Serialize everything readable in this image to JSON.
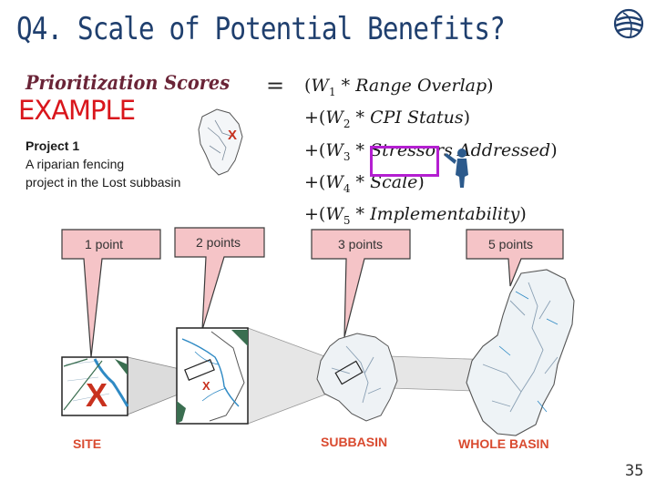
{
  "slide": {
    "title": "Q4. Scale of Potential Benefits?",
    "page_number": "35"
  },
  "formula": {
    "lhs": "Prioritization Scores",
    "equals": "=",
    "rows": [
      {
        "prefix": "(",
        "weight": "W",
        "sub": "1",
        "op": " * ",
        "term": "Range Overlap",
        "suffix": ")"
      },
      {
        "prefix": "+(",
        "weight": "W",
        "sub": "2",
        "op": " * ",
        "term": "CPI Status",
        "suffix": ")"
      },
      {
        "prefix": "+(",
        "weight": "W",
        "sub": "3",
        "op": " * ",
        "term": "Stressors Addressed",
        "suffix": ")"
      },
      {
        "prefix": "+(",
        "weight": "W",
        "sub": "4",
        "op": " * ",
        "term": "Scale",
        "suffix": ")"
      },
      {
        "prefix": "+(",
        "weight": "W",
        "sub": "5",
        "op": " * ",
        "term": "Implementability",
        "suffix": ")"
      }
    ],
    "highlight_color": "#b41fd1"
  },
  "example": {
    "label": "EXAMPLE",
    "project_title": "Project 1",
    "project_desc_line1": "A riparian fencing",
    "project_desc_line2": "project in the Lost subbasin",
    "marker": "X"
  },
  "scale_levels": [
    {
      "points": "1 point",
      "name": "SITE"
    },
    {
      "points": "2 points",
      "name": ""
    },
    {
      "points": "3 points",
      "name": "SUBBASIN"
    },
    {
      "points": "5 points",
      "name": "WHOLE BASIN"
    }
  ],
  "colors": {
    "title": "#1f3f6e",
    "scores": "#6a2437",
    "example": "#d9161c",
    "marker": "#c8311e",
    "bottom_labels": "#d94a2f",
    "callout_fill": "#f5c4c7"
  }
}
